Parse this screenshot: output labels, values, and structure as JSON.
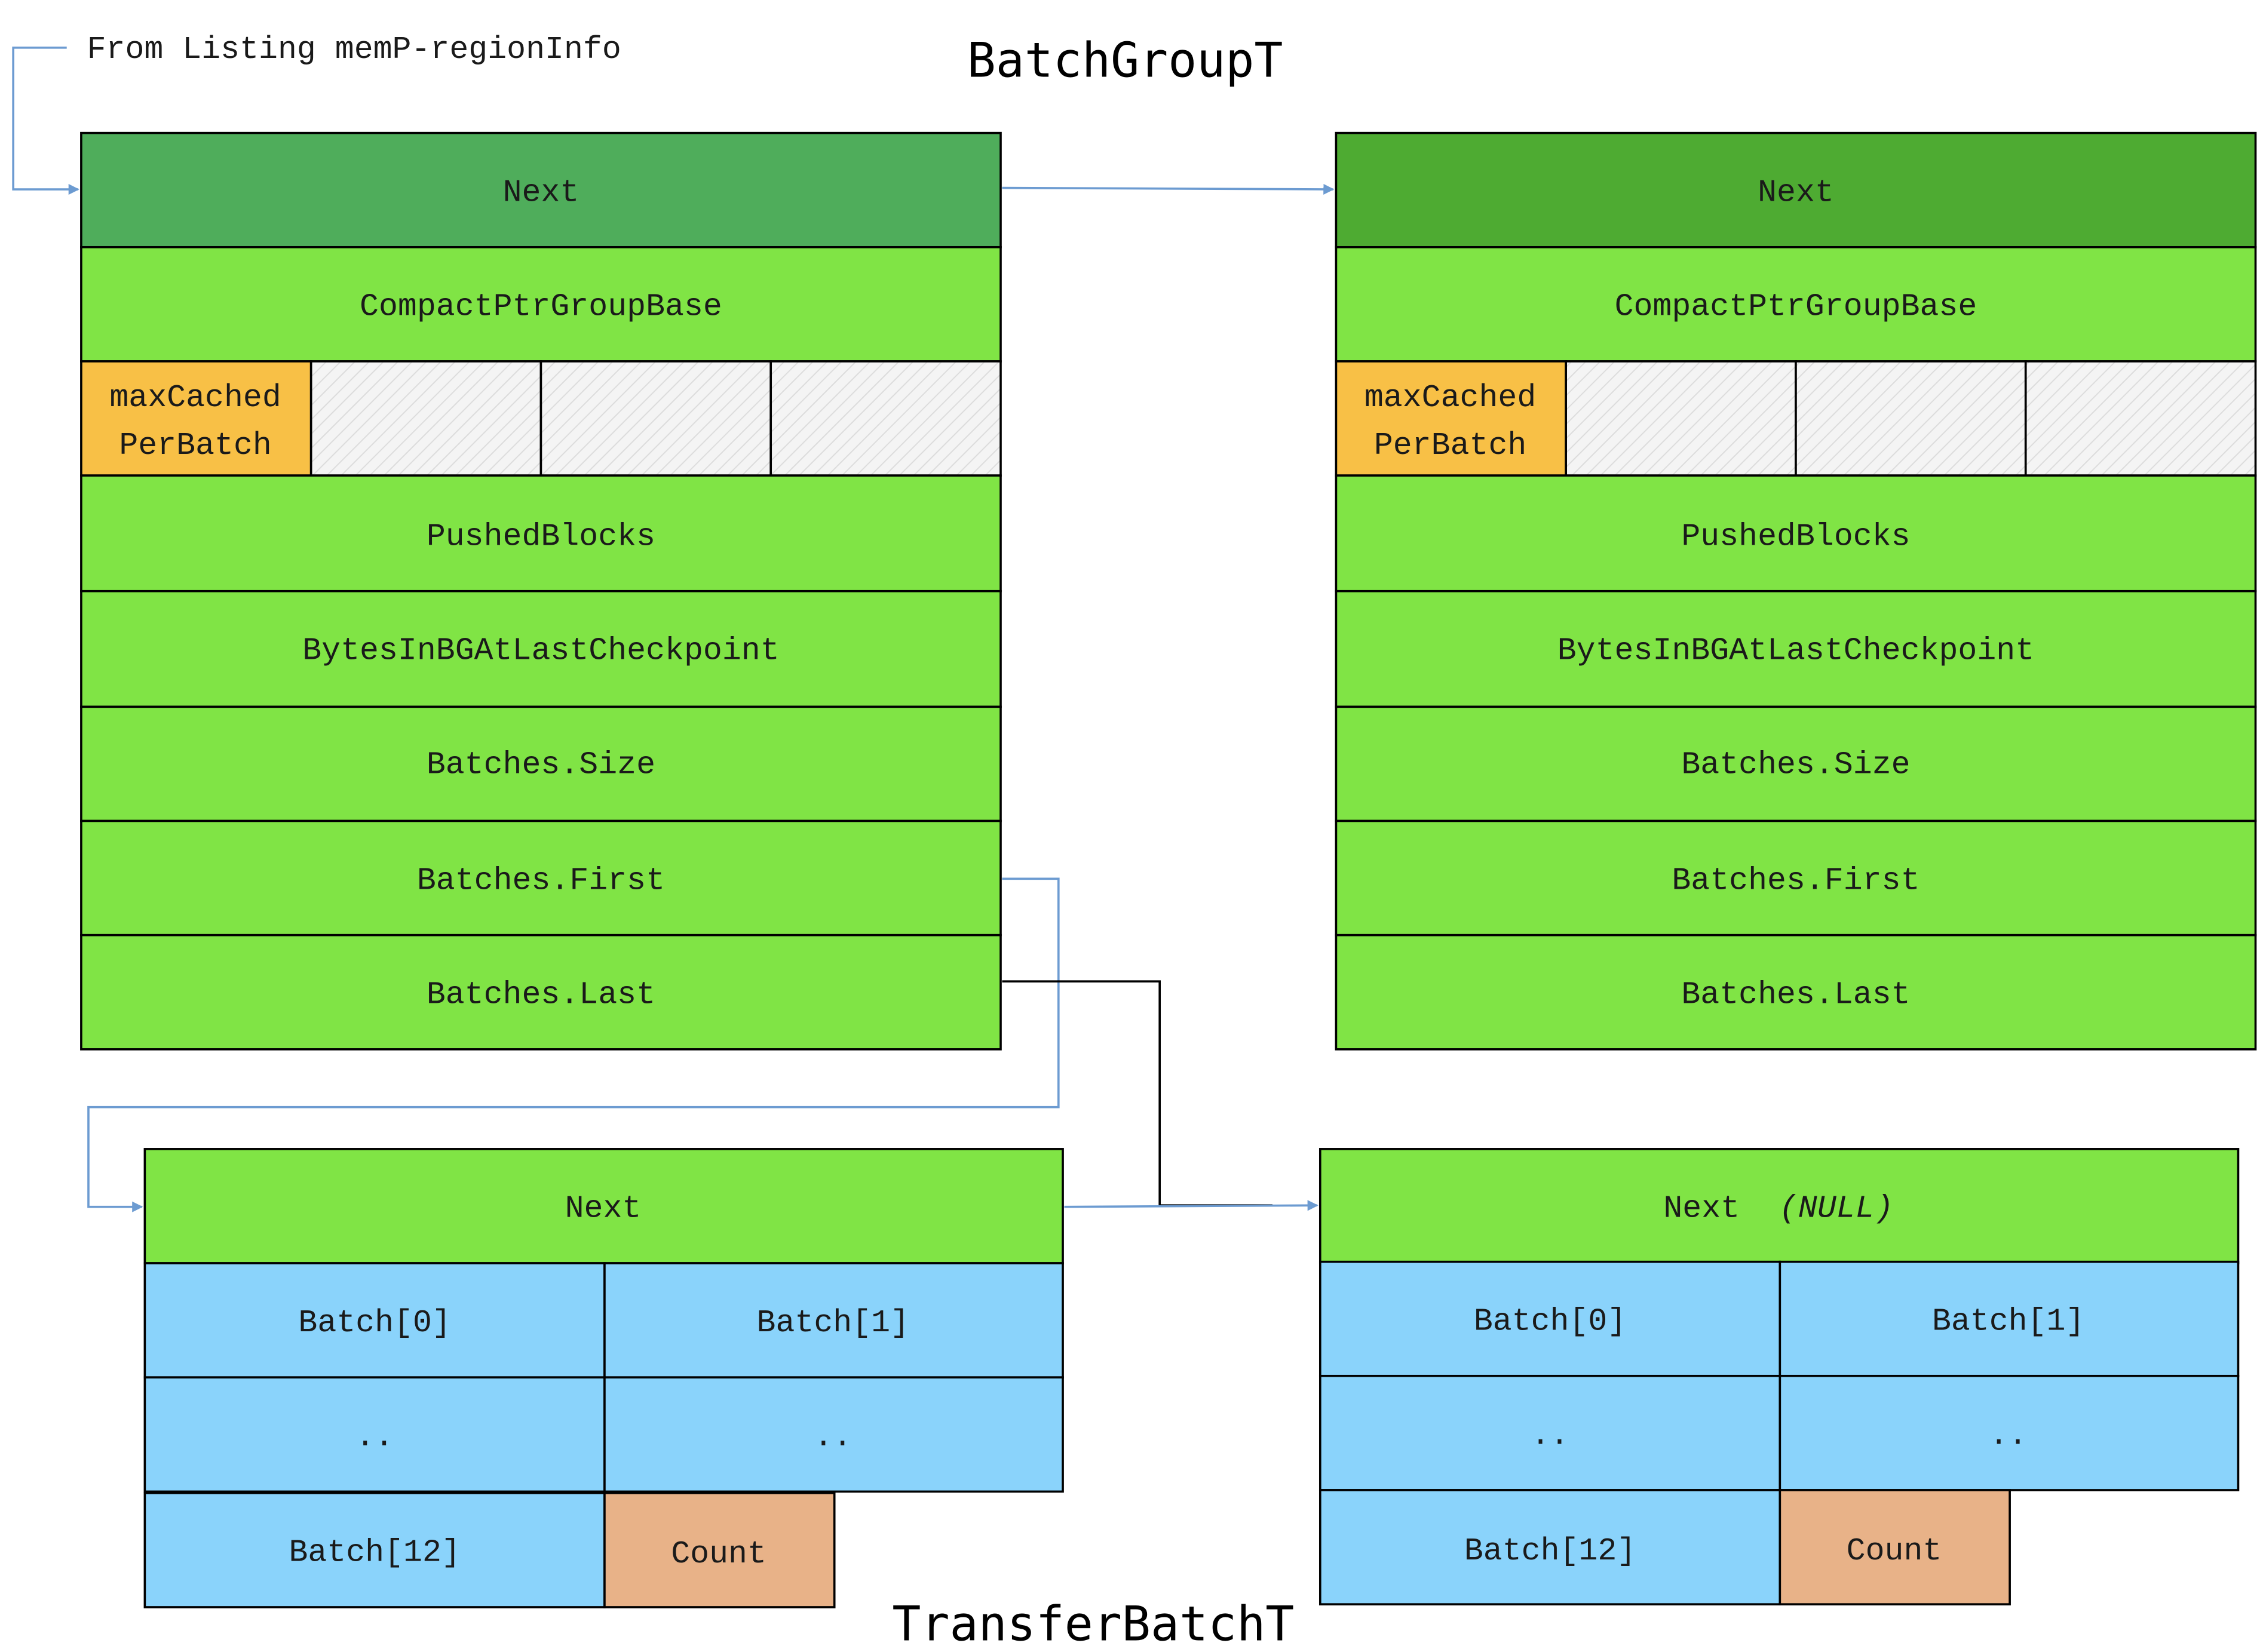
{
  "note_from": "From Listing memP-regionInfo",
  "title_top": "BatchGroupT",
  "title_bottom": "TransferBatchT",
  "colors": {
    "next_header_left": "#4fad5b",
    "next_header_right": "#4eab32",
    "field_green": "#80e445",
    "max_cached": "#f8c046",
    "batch_blue": "#8ad3fb",
    "count_orange": "#e8b288",
    "hatch_bg": "#f4f4f4",
    "arrow_blue": "#6c9bd1",
    "line_black": "#000000"
  },
  "batch_group_left": {
    "next": "Next",
    "compact_ptr_group_base": "CompactPtrGroupBase",
    "max_cached_line1": "maxCached",
    "max_cached_line2": "PerBatch",
    "pushed_blocks": "PushedBlocks",
    "bytes_in_bg": "BytesInBGAtLastCheckpoint",
    "batches_size": "Batches.Size",
    "batches_first": "Batches.First",
    "batches_last": "Batches.Last"
  },
  "batch_group_right": {
    "next": "Next",
    "compact_ptr_group_base": "CompactPtrGroupBase",
    "max_cached_line1": "maxCached",
    "max_cached_line2": "PerBatch",
    "pushed_blocks": "PushedBlocks",
    "bytes_in_bg": "BytesInBGAtLastCheckpoint",
    "batches_size": "Batches.Size",
    "batches_first": "Batches.First",
    "batches_last": "Batches.Last"
  },
  "transfer_batch_left": {
    "next": "Next",
    "batch0": "Batch[0]",
    "batch1": "Batch[1]",
    "ellipsis_a": "..",
    "ellipsis_b": "..",
    "batch12": "Batch[12]",
    "count": "Count"
  },
  "transfer_batch_right": {
    "next": "Next",
    "next_null": "(NULL)",
    "batch0": "Batch[0]",
    "batch1": "Batch[1]",
    "ellipsis_a": "..",
    "ellipsis_b": "..",
    "batch12": "Batch[12]",
    "count": "Count"
  }
}
